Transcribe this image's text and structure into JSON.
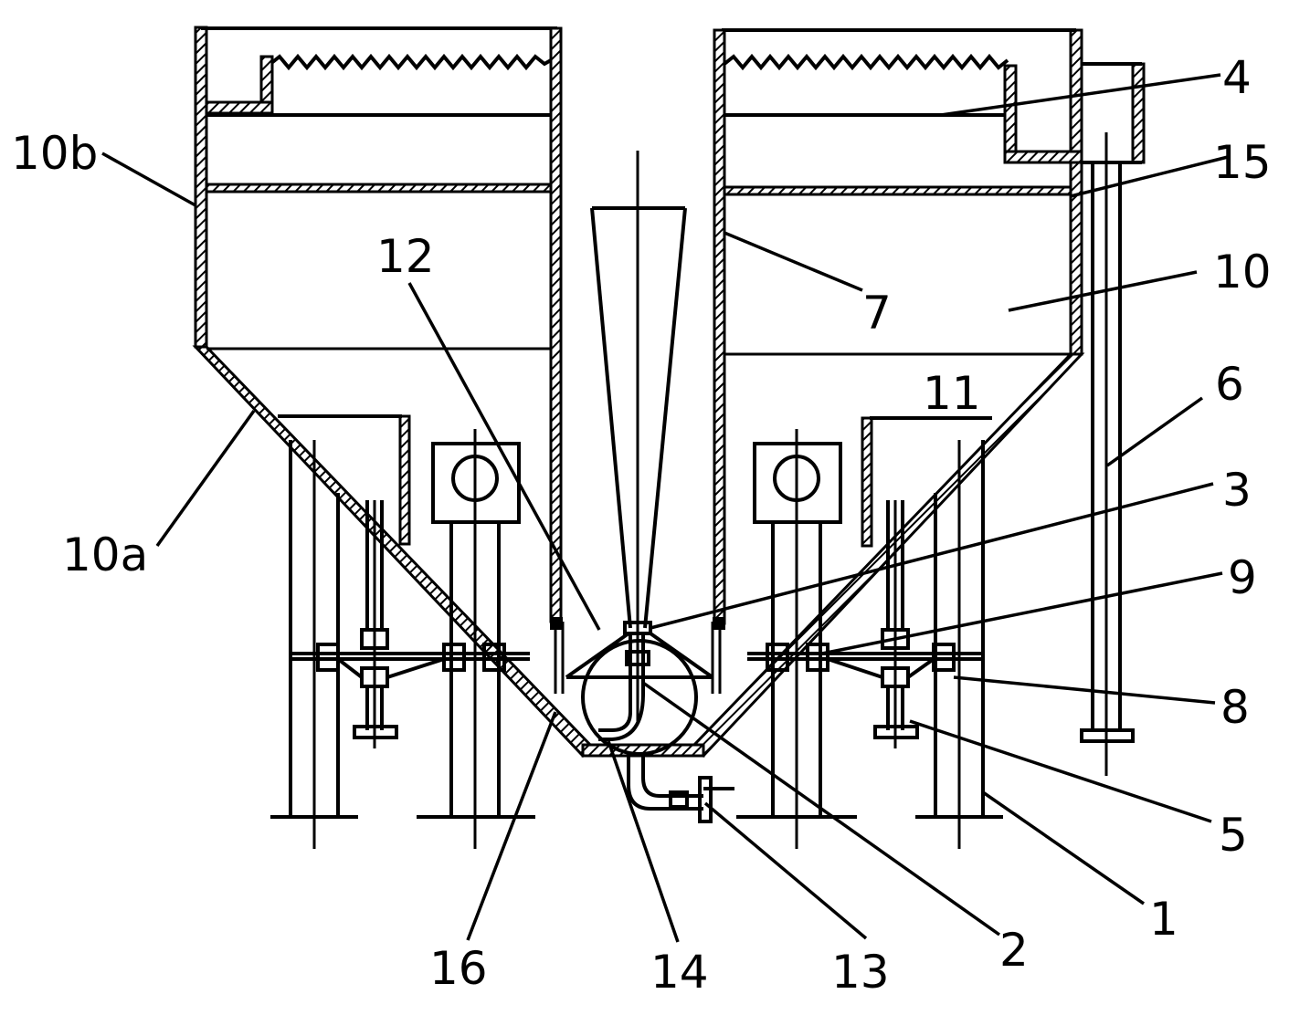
{
  "labels": {
    "l10b": "10b",
    "l10a": "10a",
    "l12": "12",
    "l4": "4",
    "l15": "15",
    "l7": "7",
    "l10": "10",
    "l6": "6",
    "l11": "11",
    "l3": "3",
    "l9": "9",
    "l8": "8",
    "l5": "5",
    "l1": "1",
    "l2": "2",
    "l13": "13",
    "l14": "14",
    "l16": "16"
  },
  "colors": {
    "line": "#000000",
    "background": "#ffffff"
  }
}
